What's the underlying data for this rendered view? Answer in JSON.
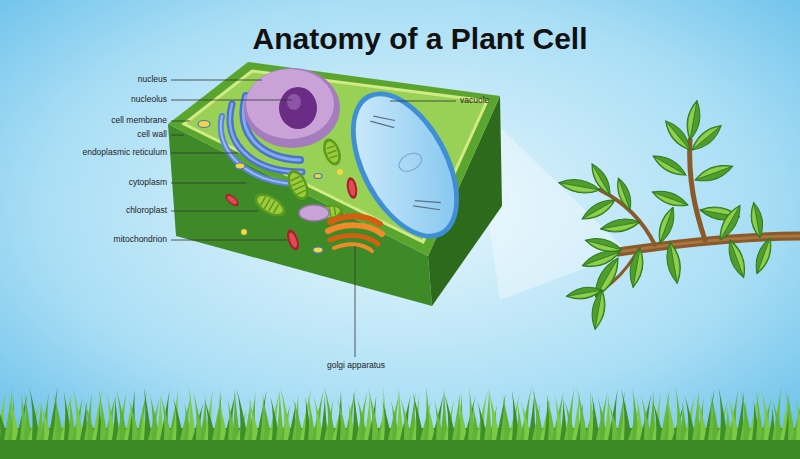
{
  "diagram": {
    "title": "Anatomy of a Plant Cell",
    "labels": [
      "nucleus",
      "nucleolus",
      "cell membrane",
      "cell wall",
      "endoplasmic reticulum",
      "cytoplasm",
      "chloroplast",
      "mitochondrion",
      "vacuole",
      "golgi apparatus"
    ]
  }
}
